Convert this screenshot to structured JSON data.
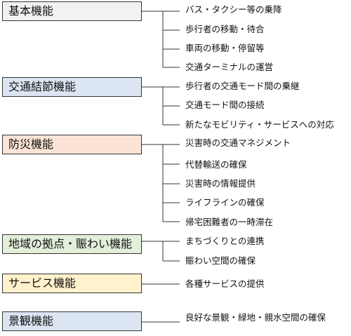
{
  "diagram": {
    "colors": {
      "line": "#333333",
      "box_border": "#333333",
      "fills": [
        "#f2f2f2",
        "#dce6f2",
        "#fbe4d5",
        "#e2efd9",
        "#fff2cc",
        "#dce6f2"
      ]
    },
    "categories": [
      {
        "label": "基本機能",
        "fill": "#f2f2f2",
        "items": [
          "バス・タクシー等の乗降",
          "歩行者の移動・待合",
          "車両の移動・停留等",
          "交通ターミナルの運営"
        ]
      },
      {
        "label": "交通結節機能",
        "fill": "#dce6f2",
        "items": [
          "歩行者の交通モード間の乗継",
          "交通モード間の接続",
          "新たなモビリティ・サービスへの対応"
        ]
      },
      {
        "label": "防災機能",
        "fill": "#fbe4d5",
        "items": [
          "災害時の交通マネジメント",
          "代替輸送の確保",
          "災害時の情報提供",
          "ライフラインの確保",
          "帰宅困難者の一時滞在"
        ]
      },
      {
        "label": "地域の拠点・賑わい機能",
        "fill": "#e2efd9",
        "items": [
          "まちづくりとの連携",
          "賑わい空間の確保"
        ]
      },
      {
        "label": "サービス機能",
        "fill": "#fff2cc",
        "items": [
          "各種サービスの提供"
        ]
      },
      {
        "label": "景観機能",
        "fill": "#dce6f2",
        "items": [
          "良好な景観・緑地・親水空間の確保"
        ]
      }
    ]
  }
}
